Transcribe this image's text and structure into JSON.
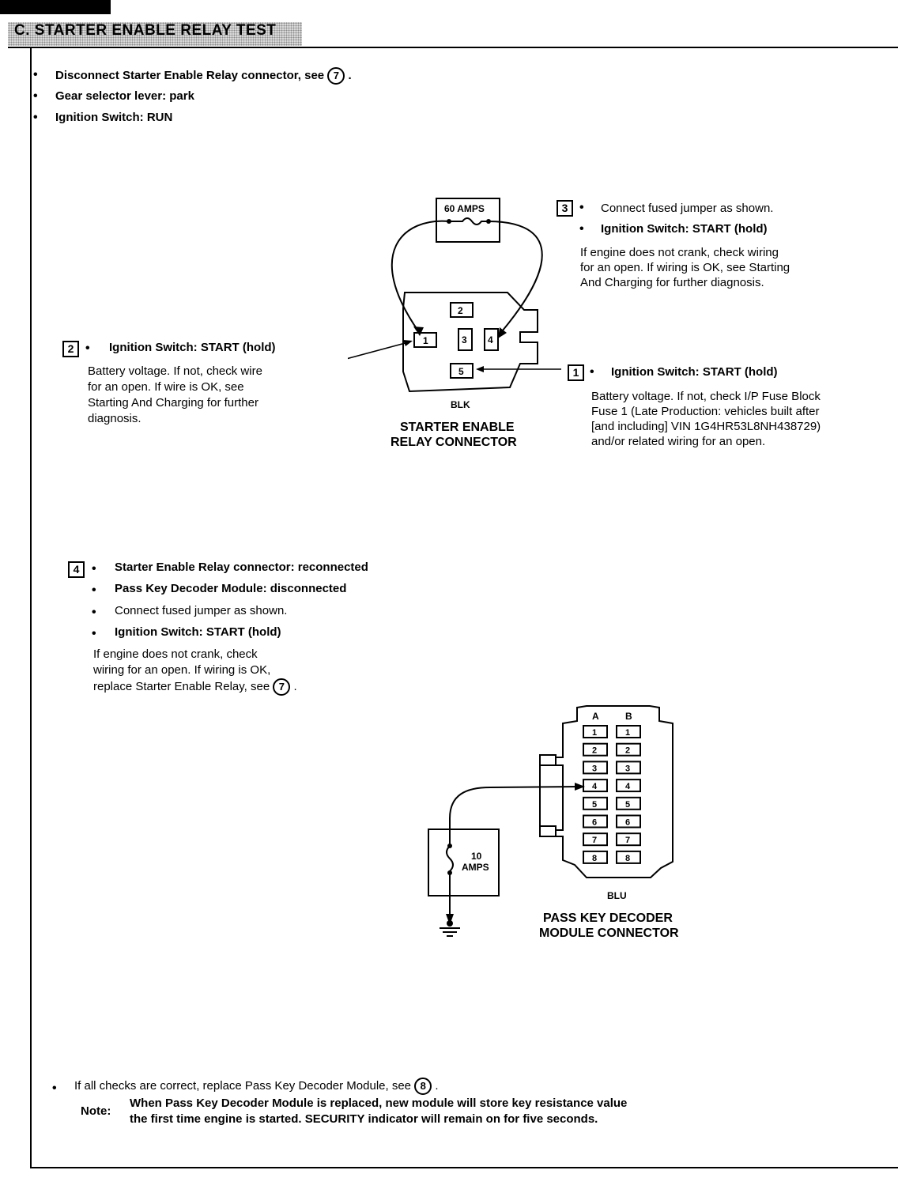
{
  "header": {
    "title": "C. STARTER ENABLE RELAY TEST"
  },
  "intro": [
    {
      "text": "Disconnect Starter Enable Relay connector, see",
      "ref": "7"
    },
    {
      "text": "Gear selector lever: park"
    },
    {
      "text": "Ignition Switch: RUN"
    }
  ],
  "step1": {
    "num": "1",
    "bullet": "Ignition Switch: START (hold)",
    "body": [
      "Battery voltage.  If not, check I/P Fuse Block",
      "Fuse 1 (Late Production: vehicles built after",
      "[and including] VIN 1G4HR53L8NH438729)",
      "and/or related wiring for an open."
    ]
  },
  "step2": {
    "num": "2",
    "bullet": "Ignition Switch: START (hold)",
    "body": [
      "Battery voltage. If not, check wire",
      "for an open. If wire is OK, see",
      "Starting And Charging for further",
      "diagnosis."
    ]
  },
  "step3": {
    "num": "3",
    "bullets": [
      "Connect fused jumper as shown.",
      "Ignition Switch: START (hold)"
    ],
    "body": [
      "If engine does not crank, check wiring",
      "for an open. If wiring is OK, see Starting",
      "And Charging for further diagnosis."
    ]
  },
  "step4": {
    "num": "4",
    "bullets": [
      "Starter Enable Relay connector: reconnected",
      "Pass Key Decoder Module: disconnected",
      "Connect fused jumper as shown.",
      "Ignition Switch: START (hold)"
    ],
    "body": [
      "If engine does not crank, check",
      "wiring for an open. If wiring is OK,",
      "replace Starter Enable Relay, see"
    ],
    "ref": "7"
  },
  "relay_connector": {
    "fuse_label": "60 AMPS",
    "pins": [
      "1",
      "2",
      "3",
      "4",
      "5"
    ],
    "color": "BLK",
    "name_lines": [
      "STARTER ENABLE",
      "RELAY CONNECTOR"
    ]
  },
  "decoder_connector": {
    "fuse_label_lines": [
      "10",
      "AMPS"
    ],
    "col_a": "A",
    "col_b": "B",
    "pins": [
      "1",
      "2",
      "3",
      "4",
      "5",
      "6",
      "7",
      "8"
    ],
    "color": "BLU",
    "name_lines": [
      "PASS KEY DECODER",
      "MODULE CONNECTOR"
    ]
  },
  "final": {
    "text": "If all checks are correct, replace Pass Key Decoder Module, see",
    "ref": "8",
    "note_label": "Note:",
    "note_lines": [
      "When Pass Key Decoder Module is replaced, new module will store key resistance value",
      "the first time engine is started. SECURITY indicator will remain on for five seconds."
    ]
  }
}
